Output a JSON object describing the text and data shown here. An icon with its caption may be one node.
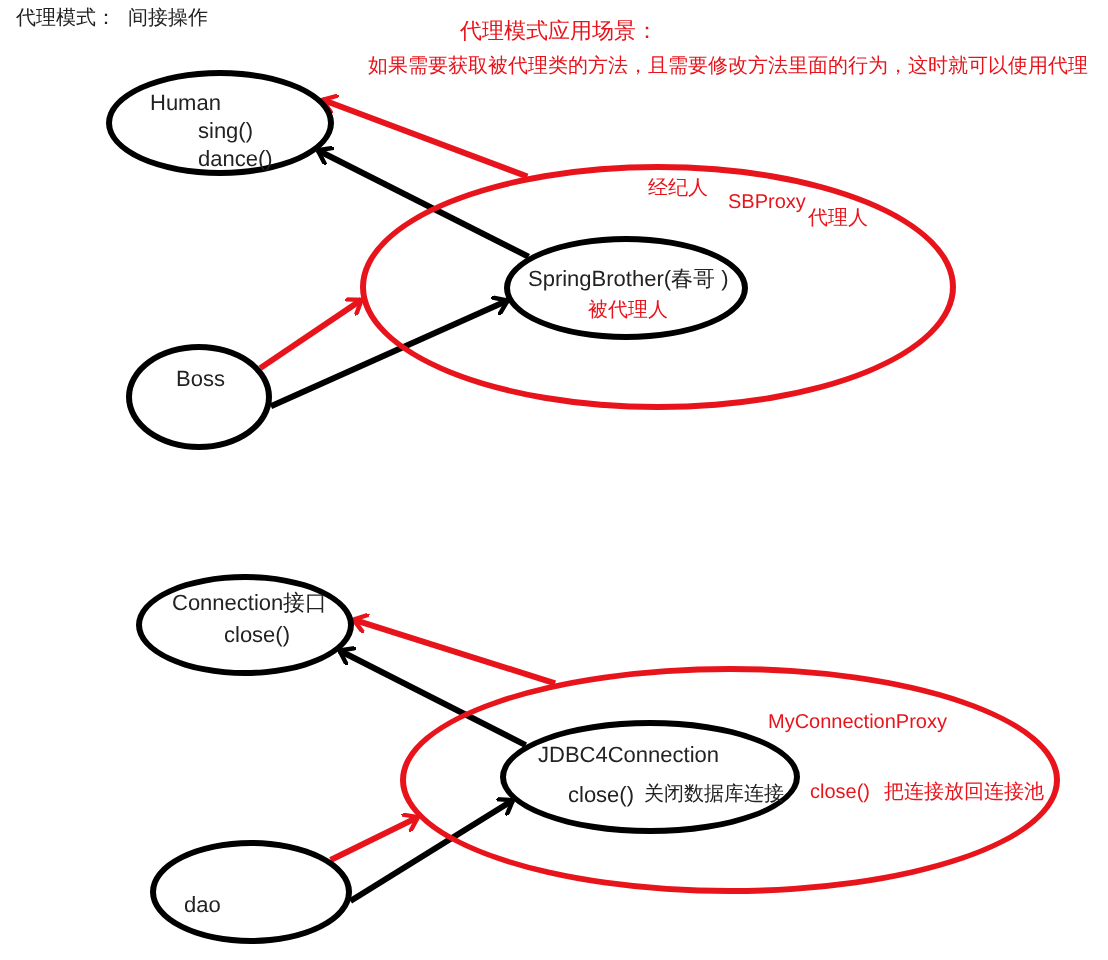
{
  "diagram": {
    "nodes": [
      {
        "text": [
          "Human",
          "sing()",
          "dance()"
        ]
      },
      {
        "text": [
          "经纪人",
          "SBProxy",
          "代理人"
        ]
      },
      {
        "text": [
          "SpringBrother(春哥 )",
          "被代理人"
        ],
        "in": 1
      },
      {
        "text": [
          "Boss"
        ]
      },
      {
        "text": [
          "Connection接口",
          "close()"
        ]
      },
      {
        "text": [
          "MyConnectionProxy",
          "close()",
          "把连接放回连接池"
        ]
      },
      {
        "text": [
          "JDBC4Connection",
          "close()",
          "关闭数据库连接"
        ],
        "in": 5
      },
      {
        "text": [
          "dao"
        ]
      }
    ],
    "edges": [
      {
        "from": 1,
        "to": 0,
        "arrow": "to",
        "color": "#e8141c"
      },
      {
        "from": 2,
        "to": 0,
        "arrow": "to",
        "color": "#000000"
      },
      {
        "from": 3,
        "to": 1,
        "arrow": "to",
        "color": "#e8141c"
      },
      {
        "from": 3,
        "to": 2,
        "arrow": "to",
        "color": "#000000"
      },
      {
        "from": 5,
        "to": 4,
        "arrow": "to",
        "color": "#e8141c"
      },
      {
        "from": 6,
        "to": 4,
        "arrow": "to",
        "color": "#000000"
      },
      {
        "from": 7,
        "to": 5,
        "arrow": "to",
        "color": "#e8141c"
      },
      {
        "from": 7,
        "to": 6,
        "arrow": "to",
        "color": "#000000"
      }
    ],
    "labels": [
      "代理模式：",
      "间接操作",
      "代理模式应用场景：",
      "如果需要获取被代理类的方法，且需要修改方法里面的行为，这时就可以使用代理"
    ]
  }
}
